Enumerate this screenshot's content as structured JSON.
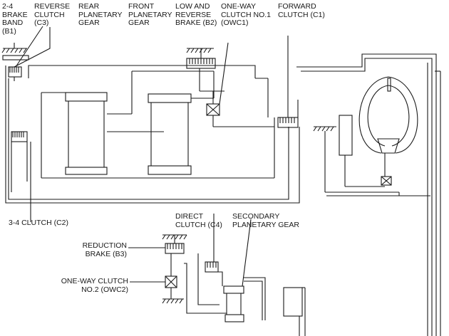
{
  "labels": {
    "b1": "2-4\nBRAKE\nBAND\n(B1)",
    "c3": "REVERSE\nCLUTCH\n(C3)",
    "rear": "REAR\nPLANETARY\nGEAR",
    "front": "FRONT\nPLANETARY\nGEAR",
    "b2": "LOW AND\nREVERSE\nBRAKE (B2)",
    "owc1": "ONE-WAY\nCLUTCH NO.1\n(OWC1)",
    "c1": "FORWARD\nCLUTCH (C1)",
    "c2": "3-4 CLUTCH (C2)",
    "c4": "DIRECT\nCLUTCH (C4)",
    "secondary": "SECONDARY\nPLANETARY GEAR",
    "b3": "REDUCTION\nBRAKE (B3)",
    "owc2": "ONE-WAY CLUTCH\nNO.2 (OWC2)"
  },
  "colors": {
    "line": "#1a1a1a",
    "background": "#ffffff"
  }
}
